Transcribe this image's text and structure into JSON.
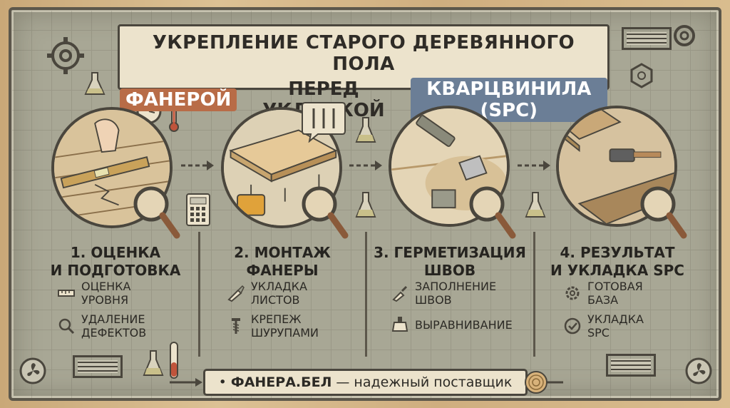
{
  "title": {
    "line1": "УКРЕПЛЕНИЕ СТАРОГО ДЕРЕВЯННОГО ПОЛА",
    "highlight1": "ФАНЕРОЙ",
    "middle": "ПЕРЕД УКЛАДКОЙ",
    "highlight2": "КВАРЦВИНИЛА (SPC)"
  },
  "steps": [
    {
      "title_line1": "1. ОЦЕНКА",
      "title_line2": "И ПОДГОТОВКА",
      "items": [
        {
          "icon": "ruler-icon",
          "line1": "ОЦЕНКА",
          "line2": "УРОВНЯ"
        },
        {
          "icon": "magnifier-icon",
          "line1": "УДАЛЕНИЕ",
          "line2": "ДЕФЕКТОВ"
        }
      ]
    },
    {
      "title_line1": "2. МОНТАЖ",
      "title_line2": "ФАНЕРЫ",
      "items": [
        {
          "icon": "utility-knife-icon",
          "line1": "УКЛАДКА",
          "line2": "ЛИСТОВ"
        },
        {
          "icon": "screw-icon",
          "line1": "КРЕПЕЖ",
          "line2": "ШУРУПАМИ"
        }
      ]
    },
    {
      "title_line1": "3. ГЕРМЕТИЗАЦИЯ",
      "title_line2": "ШВОВ",
      "items": [
        {
          "icon": "caulk-knife-icon",
          "line1": "ЗАПОЛНЕНИЕ",
          "line2": "ШВОВ"
        },
        {
          "icon": "trowel-icon",
          "line1": "ВЫРАВНИВАНИЕ",
          "line2": ""
        }
      ]
    },
    {
      "title_line1": "4. РЕЗУЛЬТАТ",
      "title_line2": "И УКЛАДКА SPC",
      "items": [
        {
          "icon": "gear-icon",
          "line1": "ГОТОВАЯ",
          "line2": "БАЗА"
        },
        {
          "icon": "check-circle-icon",
          "line1": "УКЛАДКА",
          "line2": "SPC"
        }
      ]
    }
  ],
  "footer": {
    "brand": "ФАНЕРА.БЕЛ",
    "dash": "—",
    "tagline": "надежный поставщик"
  },
  "colors": {
    "plywood_highlight": "#b86c47",
    "spc_highlight": "#6b7e96",
    "board": "#a8a795",
    "panel": "#ece3cc"
  }
}
